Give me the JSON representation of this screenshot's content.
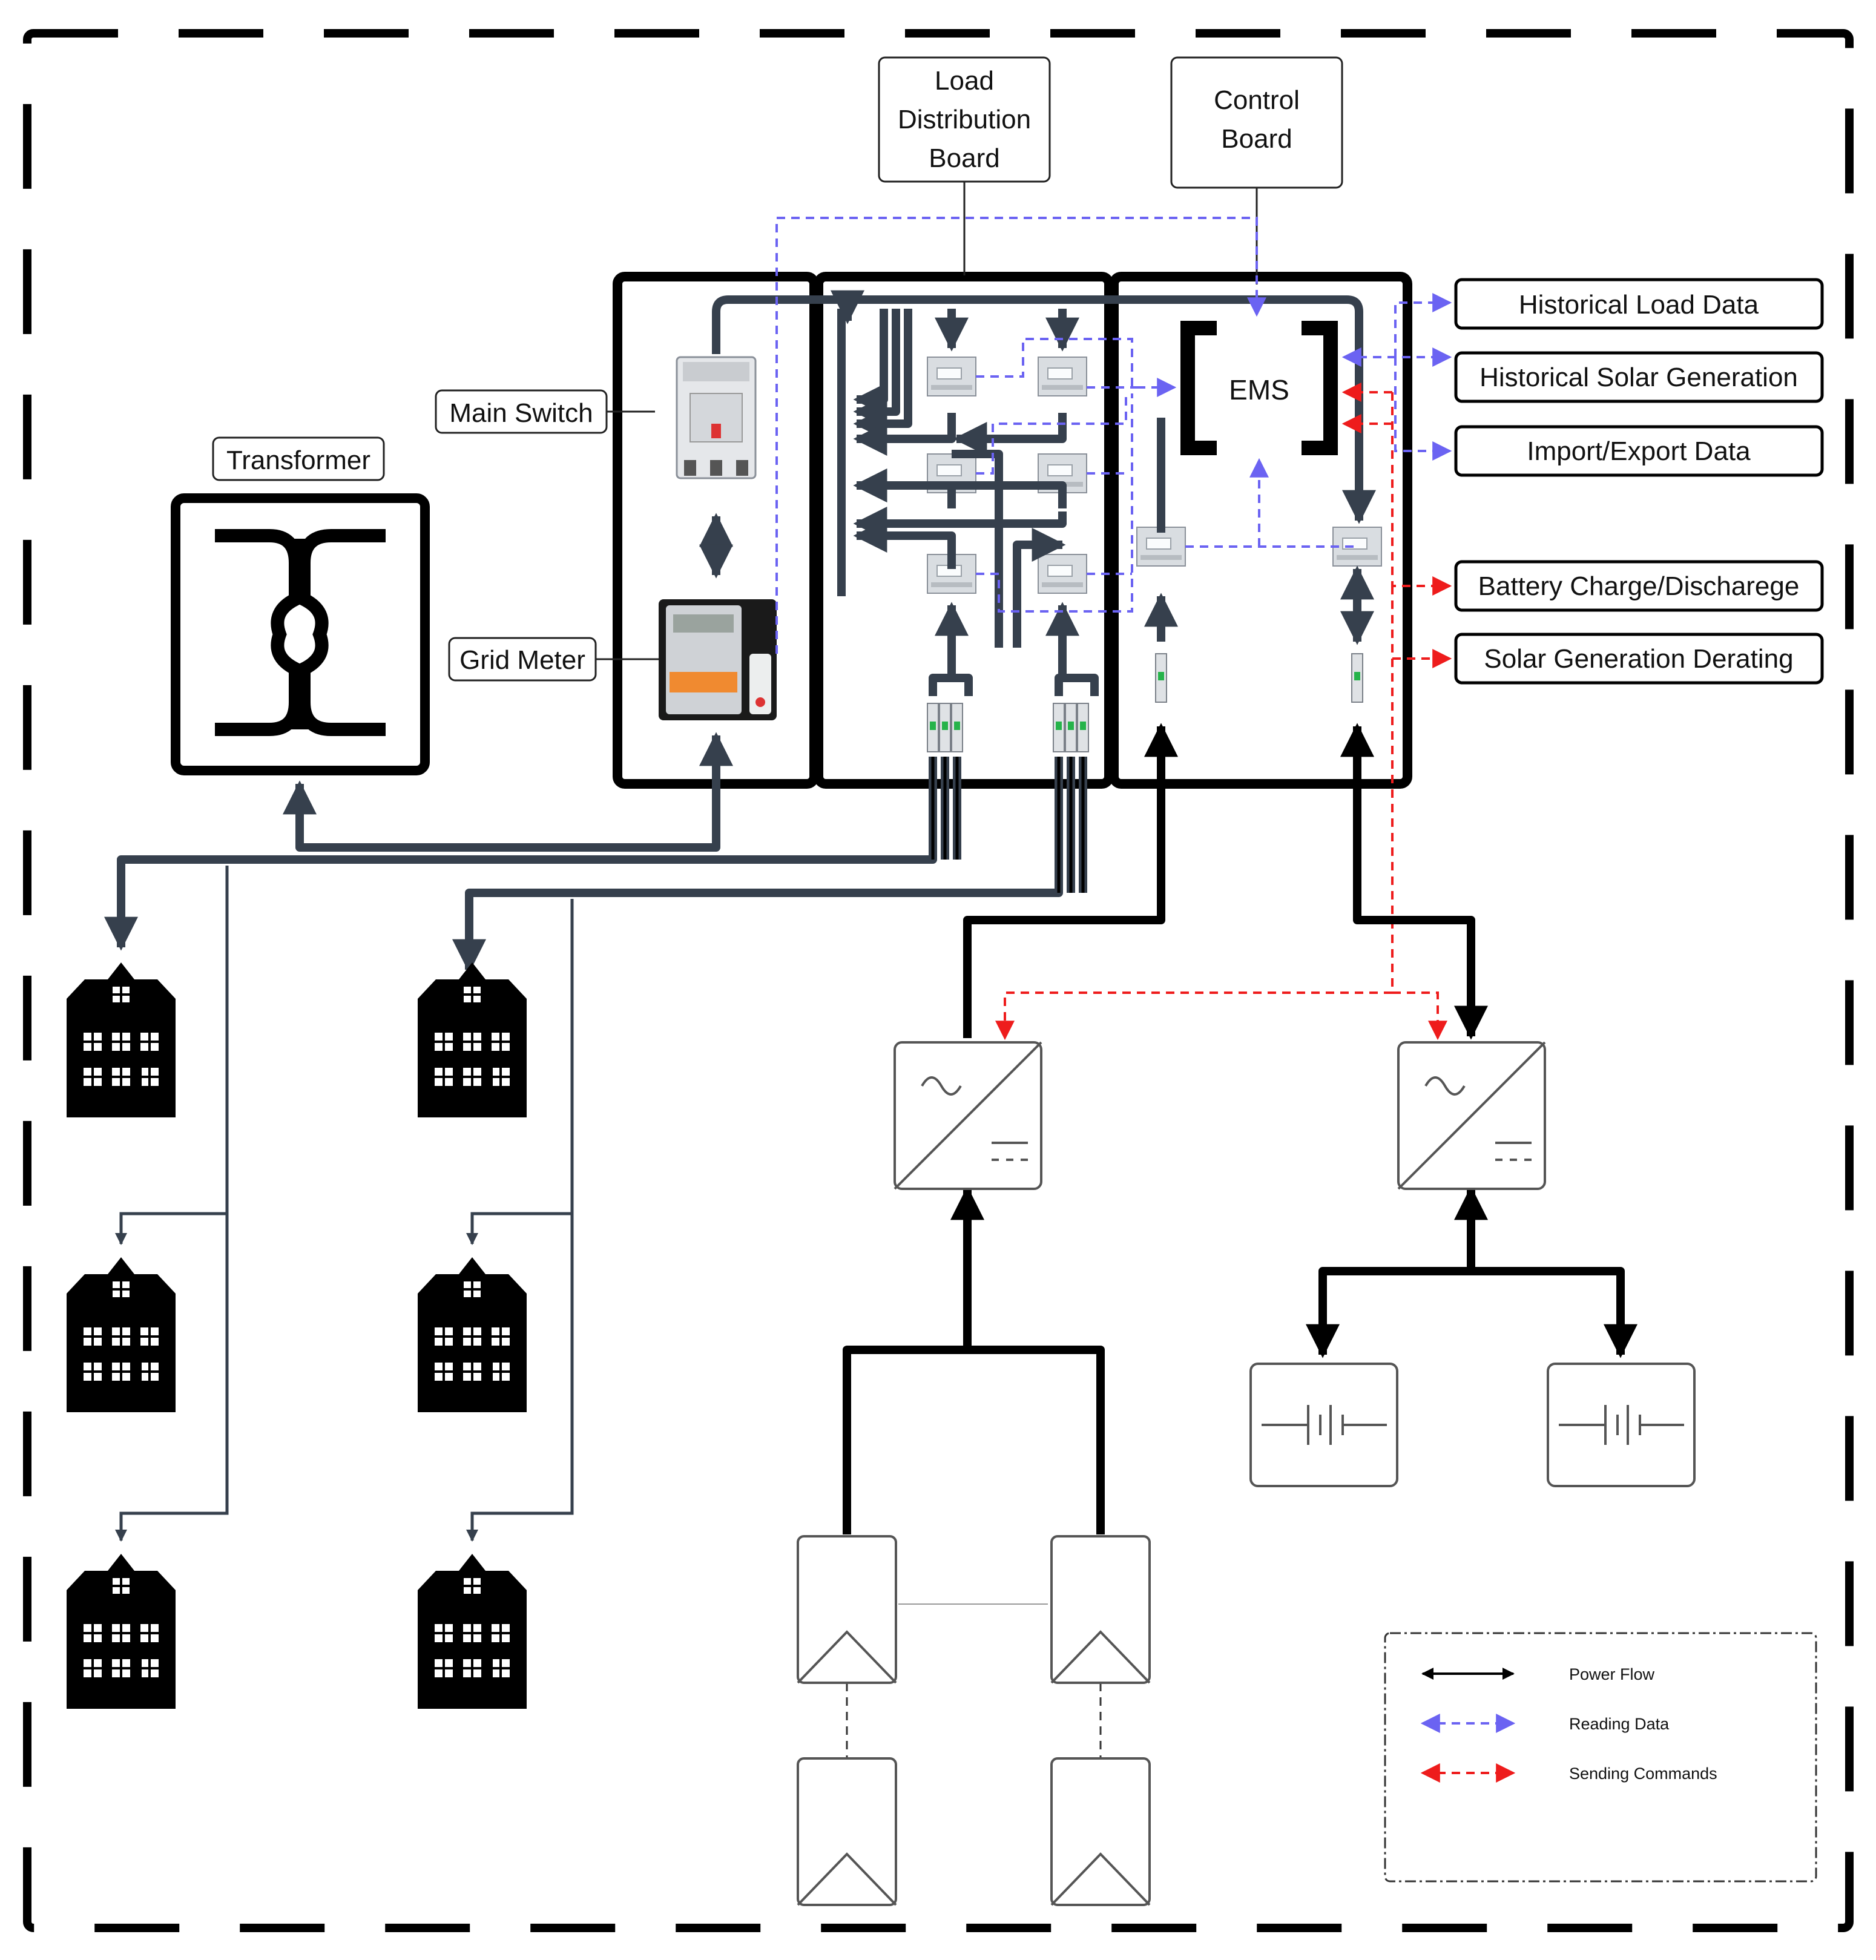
{
  "labels": {
    "load_distribution_board": [
      "Load",
      "Distribution",
      "Board"
    ],
    "control_board": [
      "Control",
      "Board"
    ],
    "main_switch": "Main Switch",
    "transformer": "Transformer",
    "grid_meter": "Grid Meter",
    "ems": "EMS"
  },
  "outputs": [
    "Historical Load Data",
    "Historical Solar Generation",
    "Import/Export Data",
    "Battery Charge/Discharege",
    "Solar Generation Derating"
  ],
  "legend": {
    "power_flow": "Power Flow",
    "reading_data": "Reading Data",
    "sending_commands": "Sending Commands"
  },
  "colors": {
    "power": "#000000",
    "cable": "#36404d",
    "reading": "#6b63f2",
    "command": "#ee1c1c"
  },
  "icons": [
    "transformer-icon",
    "breaker-icon",
    "meter-icon",
    "house-icon",
    "inverter-icon",
    "battery-icon",
    "solar-panel-icon"
  ]
}
